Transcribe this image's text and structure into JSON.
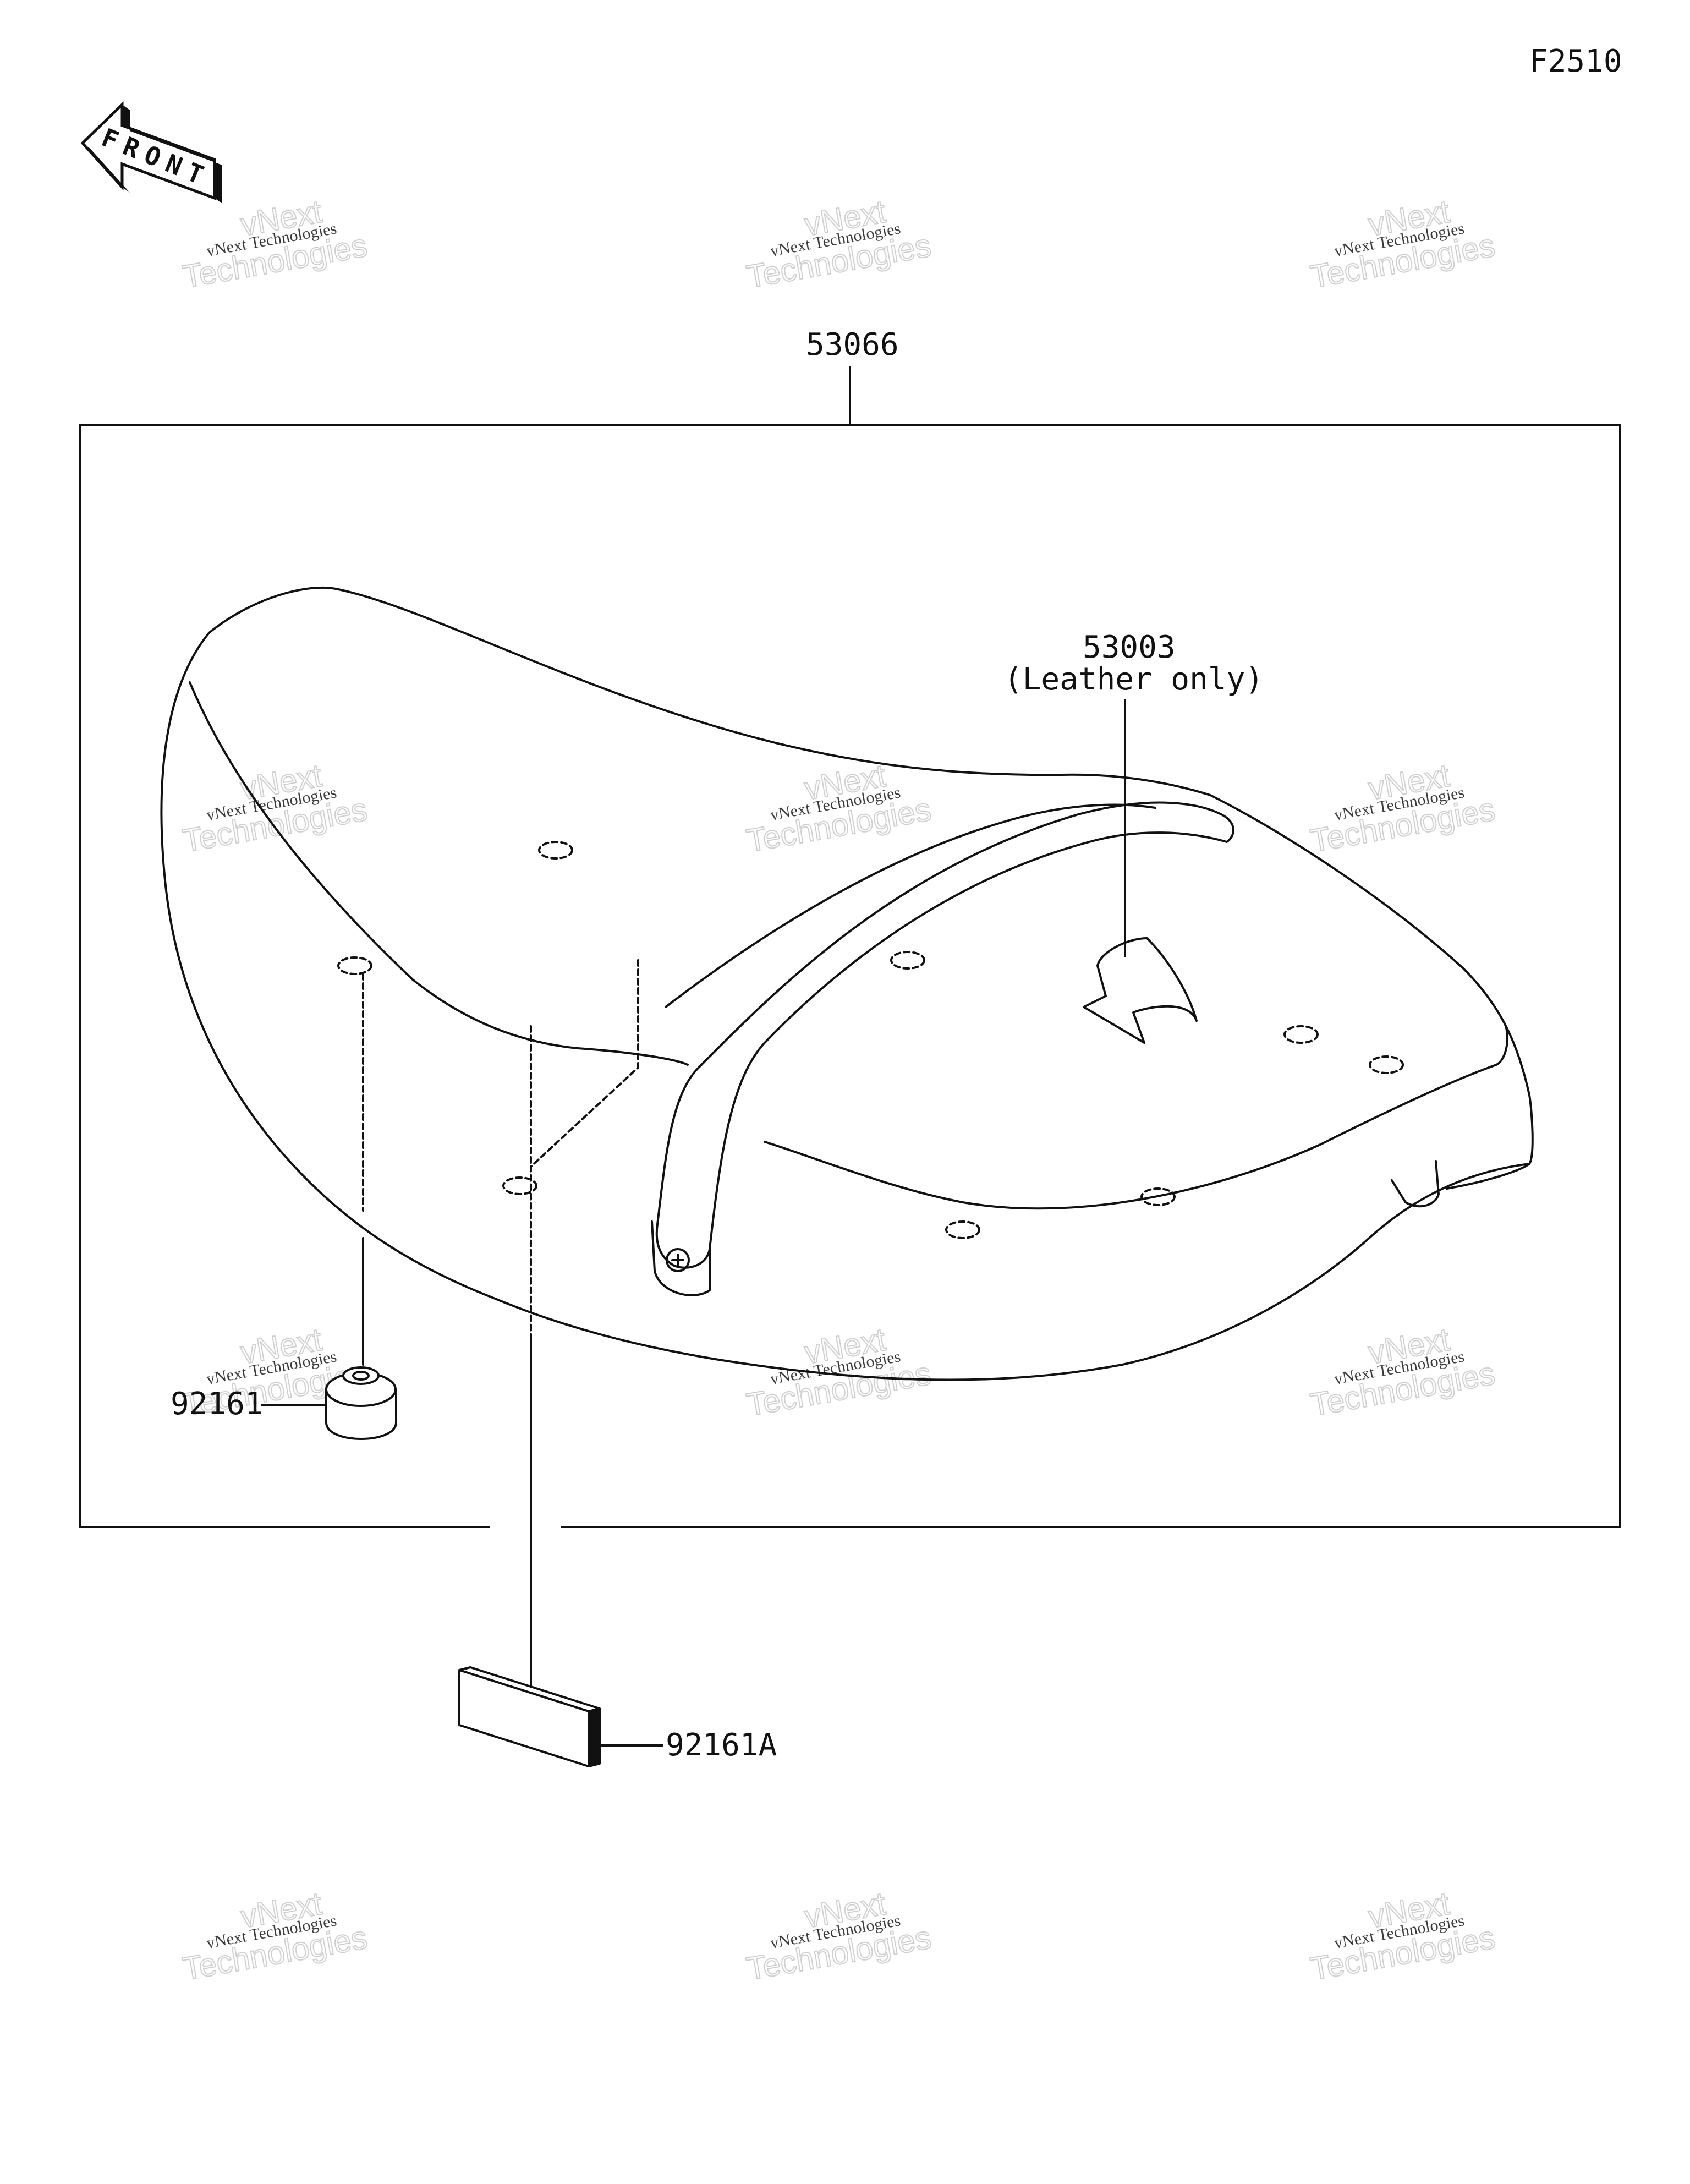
{
  "figure_code": "F2510",
  "front_marker": {
    "text": "FRONT",
    "icon": "front-arrow-icon"
  },
  "parts": {
    "seat_assembly": "53066",
    "cover": "53003",
    "cover_note": "(Leather only)",
    "damper": "92161",
    "damper_a": "92161A"
  },
  "watermark": {
    "line1": "vNext Technologies",
    "line2": "Technologies",
    "line3": "vNext"
  }
}
